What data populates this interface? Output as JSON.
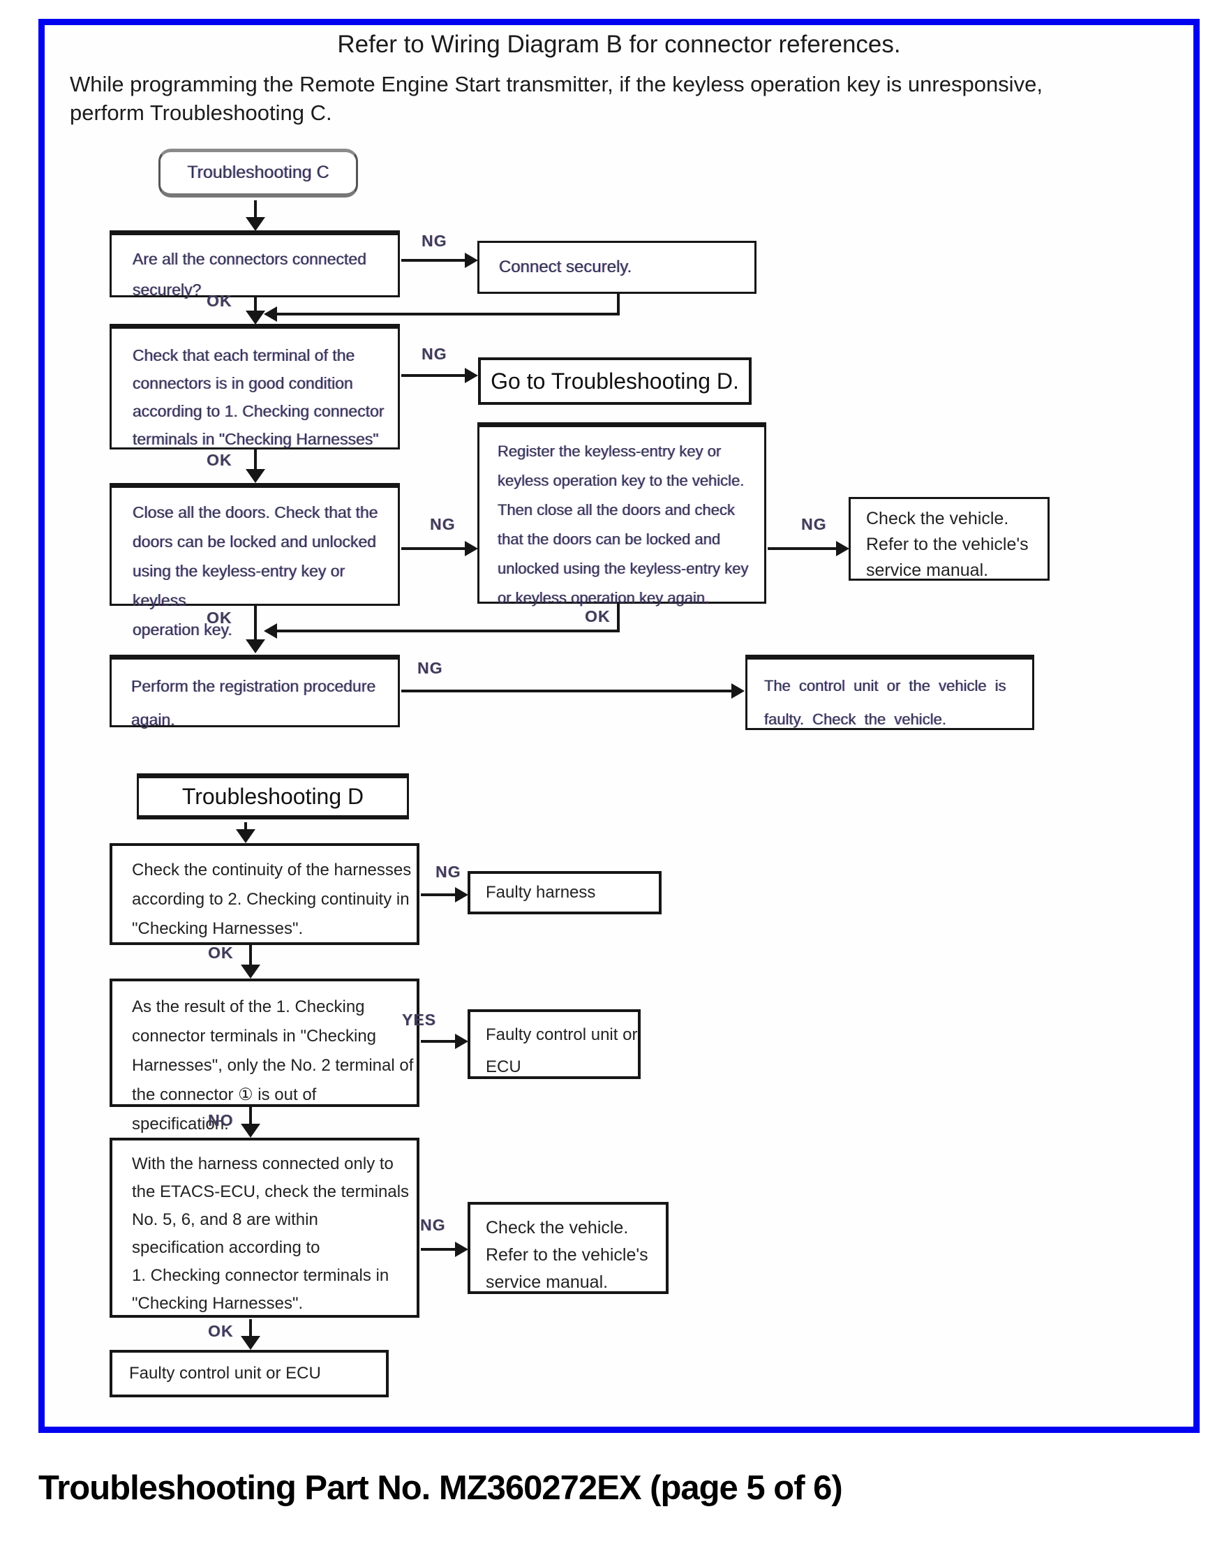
{
  "header": {
    "title": "Refer to Wiring Diagram B for connector references.",
    "intro": "While programming the Remote Engine Start transmitter, if the keyless operation key is unresponsive,\nperform Troubleshooting C."
  },
  "labels": {
    "ng": "NG",
    "ok": "OK",
    "yes": "YES",
    "no": "NO"
  },
  "flow_c": {
    "start": "Troubleshooting C",
    "check_connectors": "Are all the connectors connected\nsecurely?",
    "connect_securely": "Connect securely.",
    "check_terminals": "Check that each terminal of the\nconnectors is in good condition\naccording to 1. Checking connector\nterminals in \"Checking Harnesses\"",
    "go_to_d": "Go to Troubleshooting D.",
    "check_doors": "Close all the doors. Check that the\ndoors can be locked and unlocked\nusing the keyless-entry key or keyless\noperation key.",
    "register_key": "Register the keyless-entry key or\nkeyless operation key to the vehicle.\nThen close all the doors and check\nthat the doors can be locked and\nunlocked using the keyless-entry key\nor keyless operation key again.",
    "check_vehicle": "Check the vehicle.\nRefer to the vehicle's\nservice manual.",
    "perform_registration": "Perform the registration procedure\nagain.",
    "control_unit_faulty": "The control unit or the vehicle is\nfaulty. Check the vehicle."
  },
  "flow_d": {
    "start": "Troubleshooting D",
    "check_continuity": "Check the continuity of the harnesses\naccording to 2. Checking continuity in\n\"Checking Harnesses\".",
    "faulty_harness": "Faulty harness",
    "check_no2_terminal": "As the result of the 1. Checking\nconnector terminals in \"Checking\nHarnesses\", only the No. 2 terminal of\nthe connector ① is out of specification.",
    "faulty_control_unit": "Faulty control unit or\nECU",
    "check_terminals_568": "With the harness connected only to\nthe ETACS-ECU, check the terminals\nNo. 5, 6, and 8 are within\nspecification according to\n1. Checking connector terminals in\n\"Checking Harnesses\".",
    "check_vehicle": "Check the vehicle.\nRefer to the vehicle's\nservice manual.",
    "faulty_control_unit_final": "Faulty control unit or ECU"
  },
  "footer": {
    "caption": "Troubleshooting Part No. MZ360272EX (page 5 of 6)"
  },
  "colors": {
    "frame": "#0202f0",
    "line": "#161616",
    "label": "#3d3d58"
  }
}
